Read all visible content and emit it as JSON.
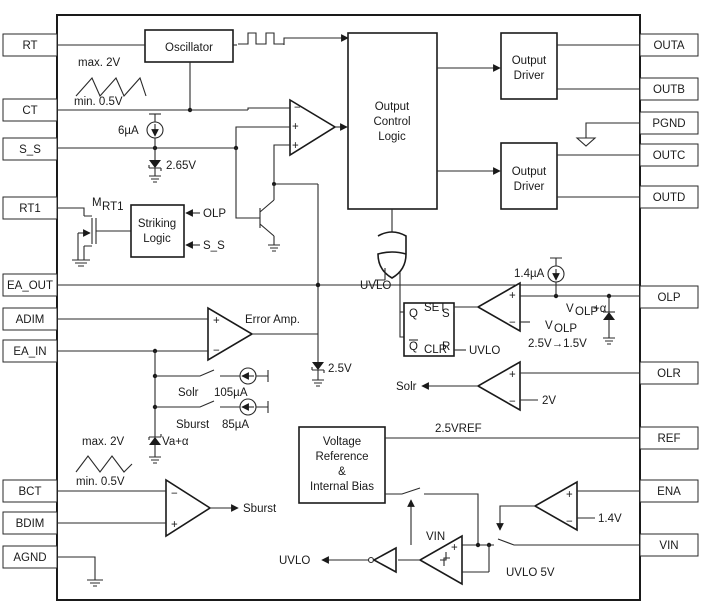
{
  "pins_left": {
    "rt": "RT",
    "ct": "CT",
    "s_s": "S_S",
    "rt1": "RT1",
    "ea_out": "EA_OUT",
    "adim": "ADIM",
    "ea_in": "EA_IN",
    "bct": "BCT",
    "bdim": "BDIM",
    "agnd": "AGND"
  },
  "pins_right": {
    "outa": "OUTA",
    "outb": "OUTB",
    "pgnd": "PGND",
    "outc": "OUTC",
    "outd": "OUTD",
    "olp": "OLP",
    "olr": "OLR",
    "ref": "REF",
    "ena": "ENA",
    "vin": "VIN"
  },
  "blocks": {
    "oscillator": "Oscillator",
    "output_control": [
      "Output",
      "Control",
      "Logic"
    ],
    "output_driver_ab": [
      "Output",
      "Driver"
    ],
    "output_driver_cd": [
      "Output",
      "Driver"
    ],
    "striking_logic": [
      "Striking",
      "Logic"
    ],
    "voltage_ref": [
      "Voltage",
      "Reference",
      "&",
      "Internal Bias"
    ],
    "sr_latch": {
      "q": "Q",
      "set": "SET",
      "s": "S",
      "qbar": "Q",
      "clr": "CLR",
      "r": "R"
    }
  },
  "labels": {
    "ct_max": "max. 2V",
    "ct_min": "min. 0.5V",
    "current_6ua": "6µA",
    "zener_265": "2.65V",
    "mrt1_main": "M",
    "mrt1_sub": "RT1",
    "striking_olp": "OLP",
    "striking_ss": "S_S",
    "error_amp": "Error Amp.",
    "zener_25": "2.5V",
    "solr_sw": "Solr",
    "i_105": "105µA",
    "sburst_sw": "Sburst",
    "i_85": "85µA",
    "va_alpha": "Va+α",
    "bct_max": "max. 2V",
    "bct_min": "min. 0.5V",
    "sburst_out": "Sburst",
    "uvlo_or": "UVLO",
    "current_14ua": "1.4µA",
    "volp_main": "V",
    "volp_sub": "OLP",
    "volp_alpha": "+α",
    "volp2_main": "V",
    "volp2_sub": "OLP",
    "volp_range": "2.5V→1.5V",
    "uvlo_r": "UVLO",
    "solr_out": "Solr",
    "two_v": "2V",
    "ref_25": "2.5VREF",
    "one_four_v": "1.4V",
    "vin_comp": "VIN",
    "uvlo_out": "UVLO",
    "uvlo_5v": "UVLO 5V"
  }
}
